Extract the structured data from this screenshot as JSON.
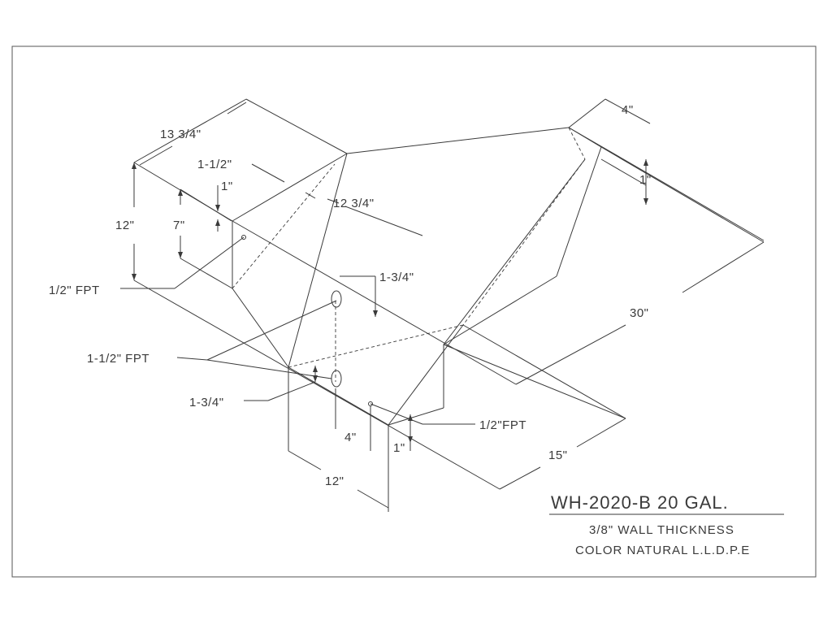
{
  "title_block": {
    "model": "WH-2020-B 20 GAL.",
    "wall": "3/8\" WALL THICKNESS",
    "material": "COLOR NATURAL L.L.D.P.E"
  },
  "dimensions": {
    "top_width": "13 3/4\"",
    "inlet_offset": "1-1/2\"",
    "top_small_1": "1\"",
    "overall_height": "12\"",
    "port_height": "7\"",
    "top_depth": "12 3/4\"",
    "fitting_left": "1/2\" FPT",
    "mid_offset": "1-3/4\"",
    "drain_fitting": "1-1/2\" FPT",
    "bottom_offset": "1-3/4\"",
    "right_top": "4\"",
    "right_small": "1\"",
    "length": "30\"",
    "fitting_right": "1/2\"FPT",
    "bottom_4": "4\"",
    "bottom_1": "1\"",
    "bottom_12": "12\"",
    "bottom_15": "15\""
  }
}
